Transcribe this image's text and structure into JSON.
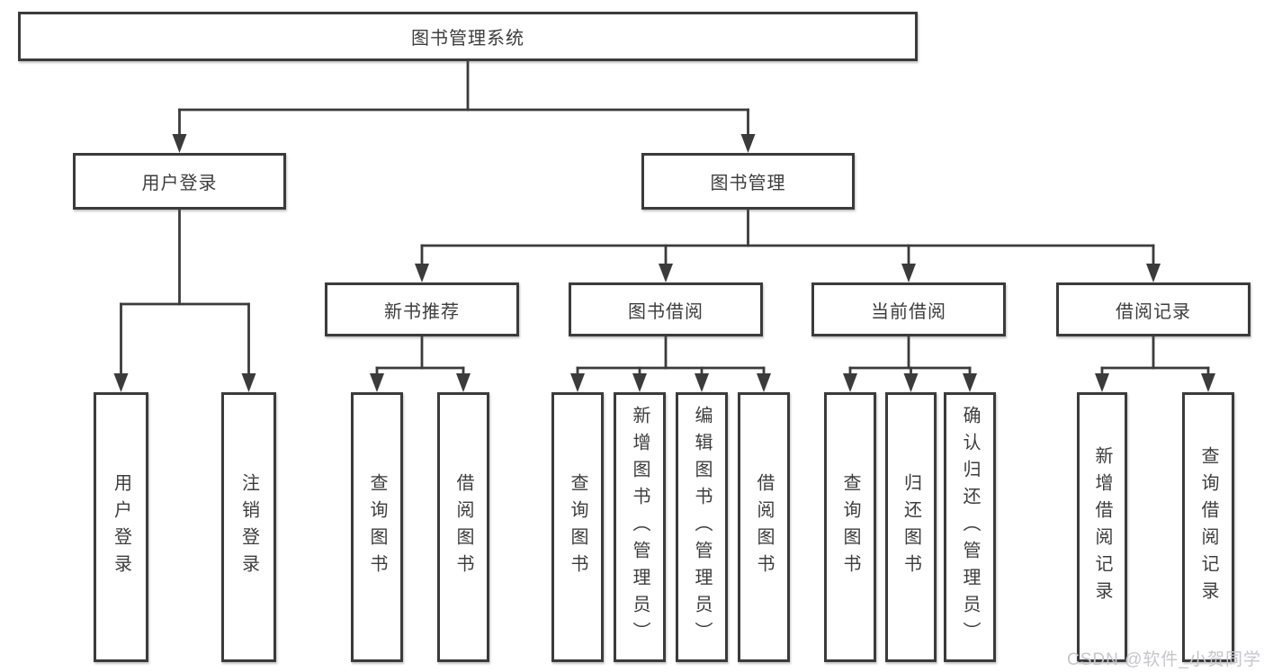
{
  "diagram": {
    "root": {
      "label": "图书管理系统"
    },
    "level2": [
      {
        "label": "用户登录"
      },
      {
        "label": "图书管理"
      }
    ],
    "level3": [
      {
        "label": "新书推荐"
      },
      {
        "label": "图书借阅"
      },
      {
        "label": "当前借阅"
      },
      {
        "label": "借阅记录"
      }
    ],
    "leaves": [
      {
        "label": "用户登录"
      },
      {
        "label": "注销登录"
      },
      {
        "label": "查询图书"
      },
      {
        "label": "借阅图书"
      },
      {
        "label": "查询图书"
      },
      {
        "label": "新增图书（管理员）"
      },
      {
        "label": "编辑图书（管理员）"
      },
      {
        "label": "借阅图书"
      },
      {
        "label": "查询图书"
      },
      {
        "label": "归还图书"
      },
      {
        "label": "确认归还（管理员）"
      },
      {
        "label": "新增借阅记录"
      },
      {
        "label": "查询借阅记录"
      }
    ]
  },
  "watermark": "CSDN @软件_小贺同学",
  "colors": {
    "line": "#3b3b3b",
    "text": "#3d3d3d",
    "watermark": "#c5c6ca",
    "background": "#ffffff"
  }
}
